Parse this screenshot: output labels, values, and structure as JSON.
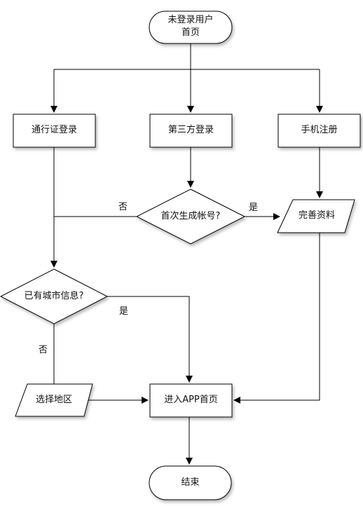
{
  "nodes": {
    "start_line1": "未登录用户",
    "start_line2": "首页",
    "passport_login": "通行证登录",
    "thirdparty_login": "第三方登录",
    "phone_register": "手机注册",
    "first_account": "首次生成帐号?",
    "complete_profile": "完善资料",
    "has_city": "已有城市信息?",
    "select_region": "选择地区",
    "enter_app": "进入APP首页",
    "end": "结束"
  },
  "edges": {
    "first_account_no": "否",
    "first_account_yes": "是",
    "has_city_yes": "是",
    "has_city_no": "否"
  },
  "colors": {
    "stroke": "#000000",
    "fill": "#ffffff",
    "shadow": "#c8c8c8"
  }
}
